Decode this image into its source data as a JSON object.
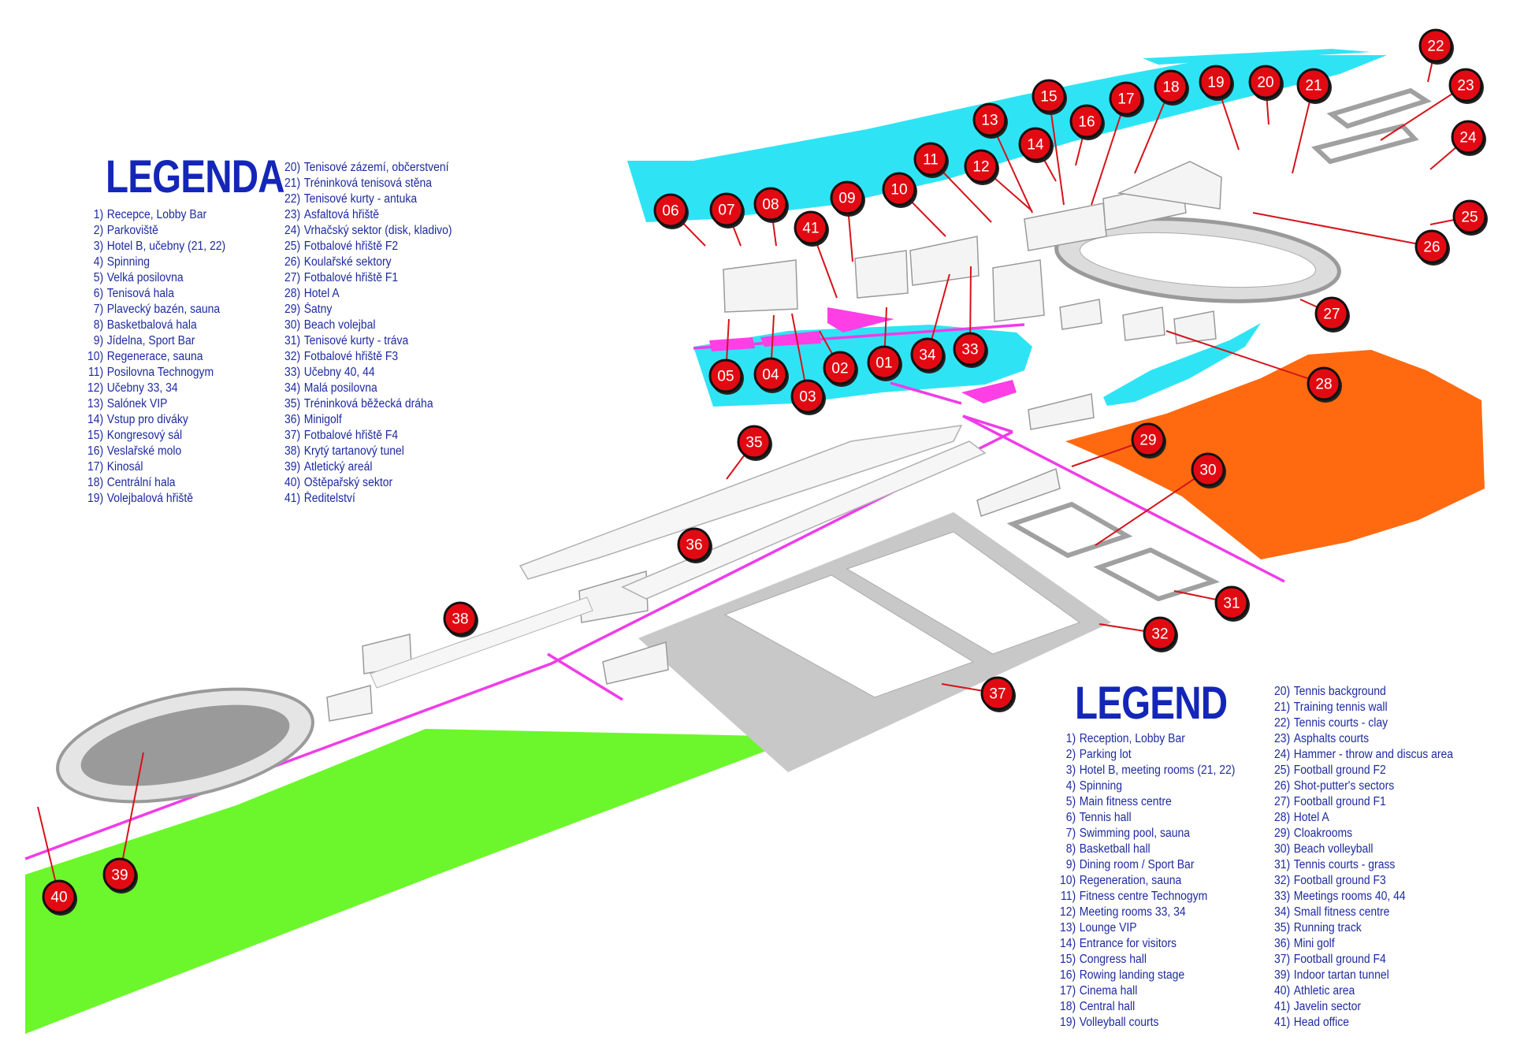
{
  "legend_cz": {
    "title": "LEGENDA",
    "col1": [
      {
        "n": "1)",
        "t": "Recepce, Lobby Bar"
      },
      {
        "n": "2)",
        "t": "Parkoviště"
      },
      {
        "n": "3)",
        "t": "Hotel B, učebny (21, 22)"
      },
      {
        "n": "4)",
        "t": "Spinning"
      },
      {
        "n": "5)",
        "t": "Velká posilovna"
      },
      {
        "n": "6)",
        "t": "Tenisová hala"
      },
      {
        "n": "7)",
        "t": "Plavecký bazén, sauna"
      },
      {
        "n": "8)",
        "t": "Basketbalová hala"
      },
      {
        "n": "9)",
        "t": "Jídelna, Sport Bar"
      },
      {
        "n": "10)",
        "t": "Regenerace, sauna"
      },
      {
        "n": "11)",
        "t": "Posilovna Technogym"
      },
      {
        "n": "12)",
        "t": "Učebny 33, 34"
      },
      {
        "n": "13)",
        "t": "Salónek VIP"
      },
      {
        "n": "14)",
        "t": "Vstup pro diváky"
      },
      {
        "n": "15)",
        "t": "Kongresový sál"
      },
      {
        "n": "16)",
        "t": "Veslařské molo"
      },
      {
        "n": "17)",
        "t": "Kinosál"
      },
      {
        "n": "18)",
        "t": "Centrální hala"
      },
      {
        "n": "19)",
        "t": "Volejbalová hřiště"
      }
    ],
    "col2": [
      {
        "n": "20)",
        "t": "Tenisové zázemí, občerstvení"
      },
      {
        "n": "21)",
        "t": "Tréninková tenisová stěna"
      },
      {
        "n": "22)",
        "t": "Tenisové kurty - antuka"
      },
      {
        "n": "23)",
        "t": "Asfaltová hřiště"
      },
      {
        "n": "24)",
        "t": "Vrhačský sektor (disk, kladivo)"
      },
      {
        "n": "25)",
        "t": "Fotbalové hřiště F2"
      },
      {
        "n": "26)",
        "t": "Koulařské sektory"
      },
      {
        "n": "27)",
        "t": "Fotbalové hřiště F1"
      },
      {
        "n": "28)",
        "t": "Hotel A"
      },
      {
        "n": "29)",
        "t": "Šatny"
      },
      {
        "n": "30)",
        "t": "Beach volejbal"
      },
      {
        "n": "31)",
        "t": "Tenisové kurty - tráva"
      },
      {
        "n": "32)",
        "t": "Fotbalové hřiště F3"
      },
      {
        "n": "33)",
        "t": "Učebny 40, 44"
      },
      {
        "n": "34)",
        "t": "Malá posilovna"
      },
      {
        "n": "35)",
        "t": "Tréninková běžecká dráha"
      },
      {
        "n": "36)",
        "t": "Minigolf"
      },
      {
        "n": "37)",
        "t": "Fotbalové hřiště F4"
      },
      {
        "n": "38)",
        "t": "Krytý tartanový tunel"
      },
      {
        "n": "39)",
        "t": "Atletický areál"
      },
      {
        "n": "40)",
        "t": "Oštěpařský sektor"
      },
      {
        "n": "41)",
        "t": "Ředitelství"
      }
    ]
  },
  "legend_en": {
    "title": "LEGEND",
    "col1": [
      {
        "n": "1)",
        "t": "Reception, Lobby Bar"
      },
      {
        "n": "2)",
        "t": "Parking lot"
      },
      {
        "n": "3)",
        "t": "Hotel B, meeting rooms (21, 22)"
      },
      {
        "n": "4)",
        "t": "Spinning"
      },
      {
        "n": "5)",
        "t": "Main fitness centre"
      },
      {
        "n": "6)",
        "t": "Tennis hall"
      },
      {
        "n": "7)",
        "t": "Swimming pool, sauna"
      },
      {
        "n": "8)",
        "t": "Basketball hall"
      },
      {
        "n": "9)",
        "t": "Dining room / Sport Bar"
      },
      {
        "n": "10)",
        "t": "Regeneration, sauna"
      },
      {
        "n": "11)",
        "t": "Fitness centre Technogym"
      },
      {
        "n": "12)",
        "t": "Meeting rooms 33, 34"
      },
      {
        "n": "13)",
        "t": "Lounge VIP"
      },
      {
        "n": "14)",
        "t": "Entrance for visitors"
      },
      {
        "n": "15)",
        "t": "Congress hall"
      },
      {
        "n": "16)",
        "t": "Rowing landing stage"
      },
      {
        "n": "17)",
        "t": "Cinema hall"
      },
      {
        "n": "18)",
        "t": "Central hall"
      },
      {
        "n": "19)",
        "t": "Volleyball courts"
      }
    ],
    "col2": [
      {
        "n": "20)",
        "t": "Tennis background"
      },
      {
        "n": "21)",
        "t": "Training tennis wall"
      },
      {
        "n": "22)",
        "t": "Tennis courts - clay"
      },
      {
        "n": "23)",
        "t": "Asphalts courts"
      },
      {
        "n": "24)",
        "t": "Hammer - throw and discus area"
      },
      {
        "n": "25)",
        "t": "Football ground F2"
      },
      {
        "n": "26)",
        "t": "Shot-putter's sectors"
      },
      {
        "n": "27)",
        "t": "Football ground F1"
      },
      {
        "n": "28)",
        "t": "Hotel A"
      },
      {
        "n": "29)",
        "t": "Cloakrooms"
      },
      {
        "n": "30)",
        "t": "Beach volleyball"
      },
      {
        "n": "31)",
        "t": "Tennis courts - grass"
      },
      {
        "n": "32)",
        "t": "Football ground F3"
      },
      {
        "n": "33)",
        "t": "Meetings rooms 40, 44"
      },
      {
        "n": "34)",
        "t": "Small fitness centre"
      },
      {
        "n": "35)",
        "t": "Running track"
      },
      {
        "n": "36)",
        "t": "Mini golf"
      },
      {
        "n": "37)",
        "t": "Football ground F4"
      },
      {
        "n": "39)",
        "t": "Indoor tartan tunnel"
      },
      {
        "n": "40)",
        "t": "Athletic area"
      },
      {
        "n": "41)",
        "t": "Javelin sector"
      },
      {
        "n": "41)",
        "t": "Head office"
      }
    ]
  },
  "markers": [
    "01",
    "02",
    "03",
    "04",
    "05",
    "06",
    "07",
    "08",
    "09",
    "10",
    "11",
    "12",
    "13",
    "14",
    "15",
    "16",
    "17",
    "18",
    "19",
    "20",
    "21",
    "22",
    "23",
    "24",
    "25",
    "26",
    "27",
    "28",
    "29",
    "30",
    "31",
    "32",
    "33",
    "34",
    "35",
    "36",
    "37",
    "38",
    "39",
    "40",
    "41"
  ],
  "colors": {
    "water": "#2ee4f4",
    "parking": "#ff3fe6",
    "hotel_a_area": "#ff6a10",
    "grass": "#6cf72c",
    "path": "#f03ce8",
    "field_gray": "#c8c8c8",
    "marker_red": "#e20a12",
    "leader_red": "#d5141a",
    "legend_blue": "#1d2aa0"
  }
}
